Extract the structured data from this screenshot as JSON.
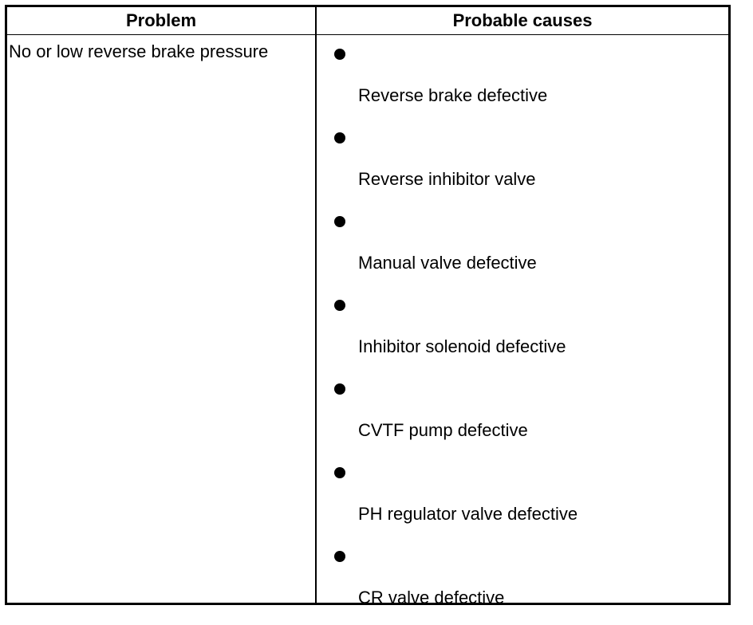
{
  "table": {
    "headers": {
      "problem": "Problem",
      "causes": "Probable causes"
    },
    "rows": [
      {
        "problem": "No or low reverse brake pressure",
        "causes": [
          "Reverse brake defective",
          "Reverse inhibitor valve",
          "Manual valve defective",
          "Inhibitor solenoid defective",
          "CVTF pump defective",
          "PH regulator valve defective",
          "CR valve defective"
        ]
      }
    ]
  }
}
